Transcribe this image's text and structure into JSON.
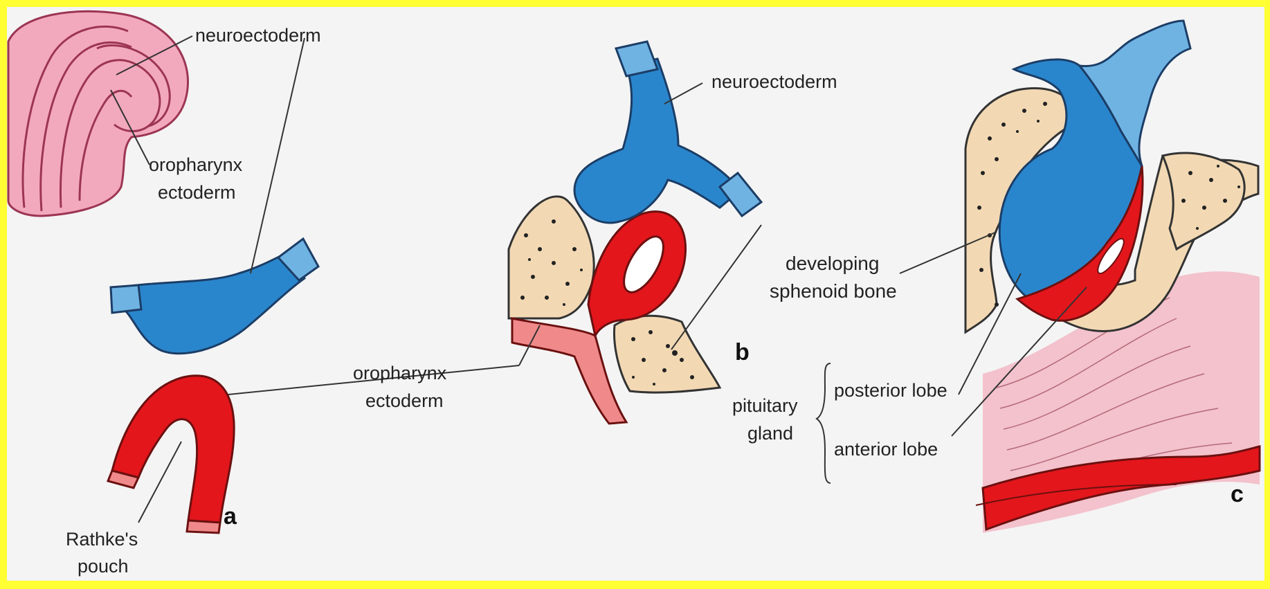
{
  "colors": {
    "neuroectoderm": "#2a86cc",
    "neuroectoderm_light": "#6fb3e3",
    "oral_ectoderm": "#e3161c",
    "oral_ectoderm_light": "#f08a8a",
    "bone": "#f2d9b4",
    "embryo": "#f3a9bd",
    "background": "#f4f4f4",
    "frame": "#ffff33"
  },
  "icons": [
    "brace-icon"
  ],
  "labels": {
    "a_neuroectoderm": "neuroectoderm",
    "a_oropharynx_line1": "oropharynx",
    "a_oropharynx_line2": "ectoderm",
    "b_neuroectoderm": "neuroectoderm",
    "oropharynx_line1": "oropharynx",
    "oropharynx_line2": "ectoderm",
    "sphenoid_line1": "developing",
    "sphenoid_line2": "sphenoid bone",
    "rathke_line1": "Rathke's",
    "rathke_line2": "pouch",
    "pituitary_line1": "pituitary",
    "pituitary_line2": "gland",
    "posterior_lobe": "posterior lobe",
    "anterior_lobe": "anterior lobe"
  },
  "panels": {
    "a": "a",
    "b": "b",
    "c": "c"
  }
}
